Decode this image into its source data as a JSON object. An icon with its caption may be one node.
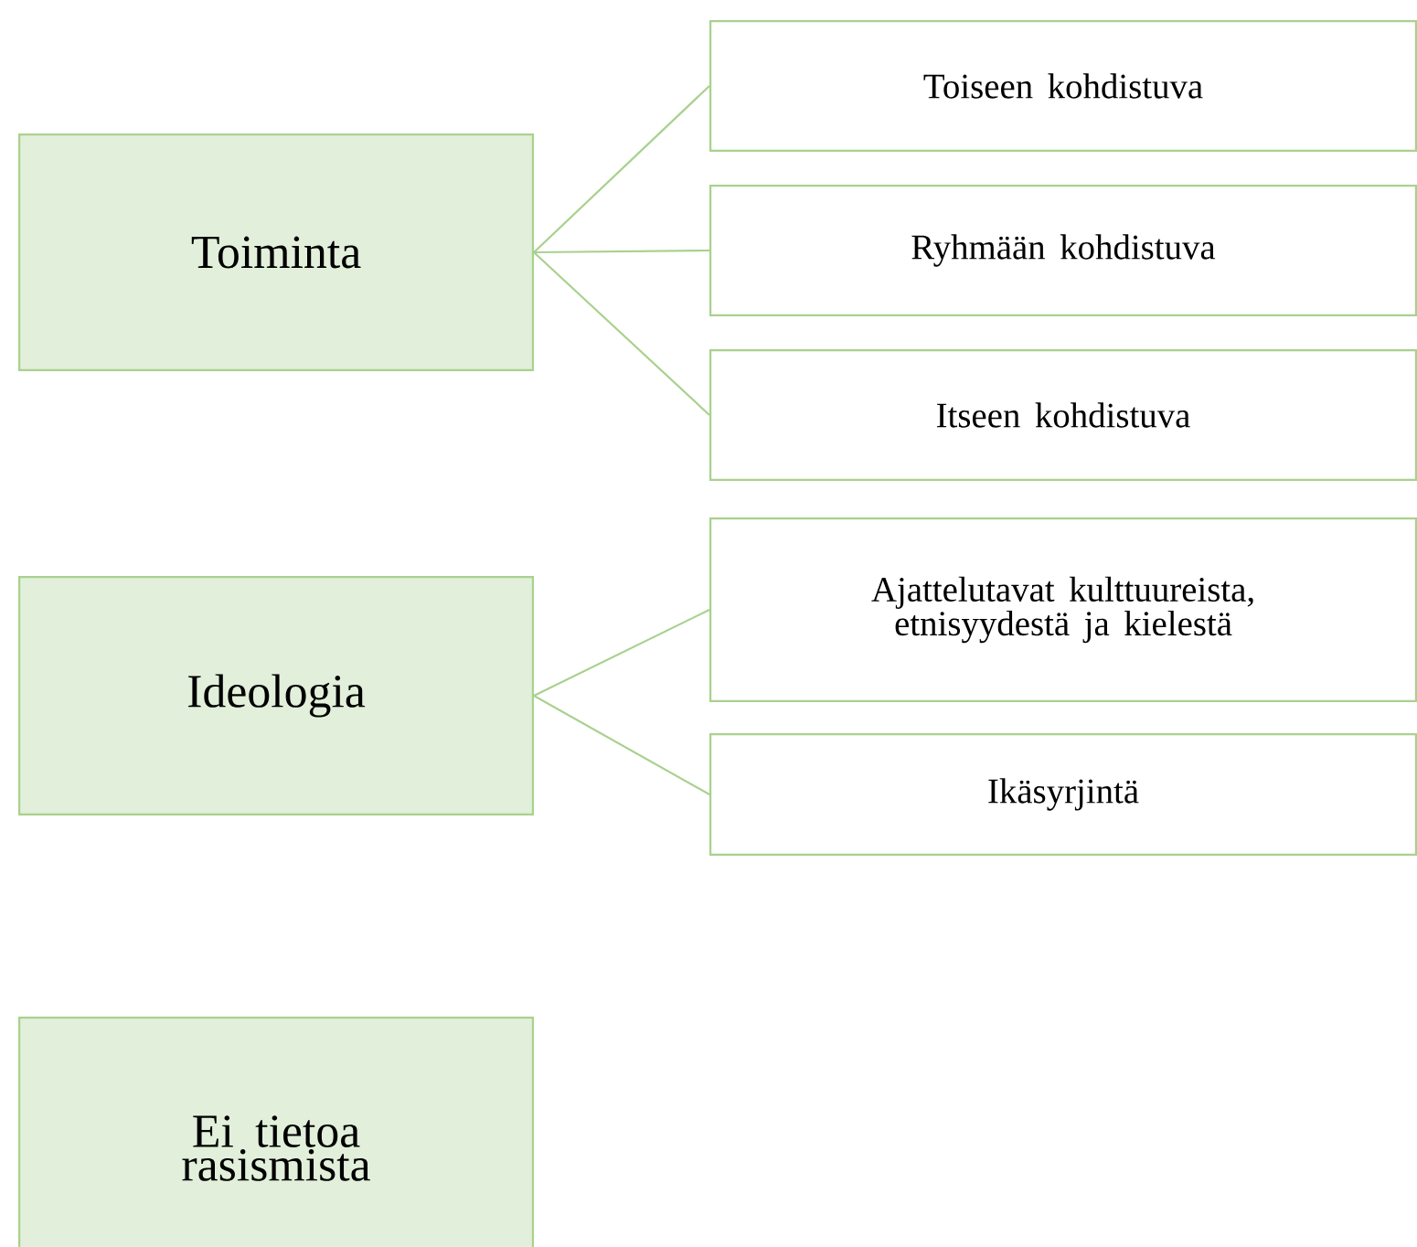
{
  "diagram": {
    "nodes": [
      {
        "text": [
          "Toiminta"
        ]
      },
      {
        "text": [
          "Toiseen kohdistuva"
        ]
      },
      {
        "text": [
          "Ryhmään kohdistuva"
        ]
      },
      {
        "text": [
          "Itseen kohdistuva"
        ]
      },
      {
        "text": [
          "Ideologia"
        ]
      },
      {
        "text": [
          "Ajattelutavat kulttuureista, etnisyydestä ja kielestä"
        ]
      },
      {
        "text": [
          "Ikäsyrjintä"
        ]
      },
      {
        "text": [
          "Ei tietoa rasismista"
        ]
      }
    ],
    "edges": [
      {
        "from": 0,
        "to": 1,
        "arrow": "none"
      },
      {
        "from": 0,
        "to": 2,
        "arrow": "none"
      },
      {
        "from": 0,
        "to": 3,
        "arrow": "none"
      },
      {
        "from": 4,
        "to": 5,
        "arrow": "none"
      },
      {
        "from": 4,
        "to": 6,
        "arrow": "none"
      }
    ]
  }
}
